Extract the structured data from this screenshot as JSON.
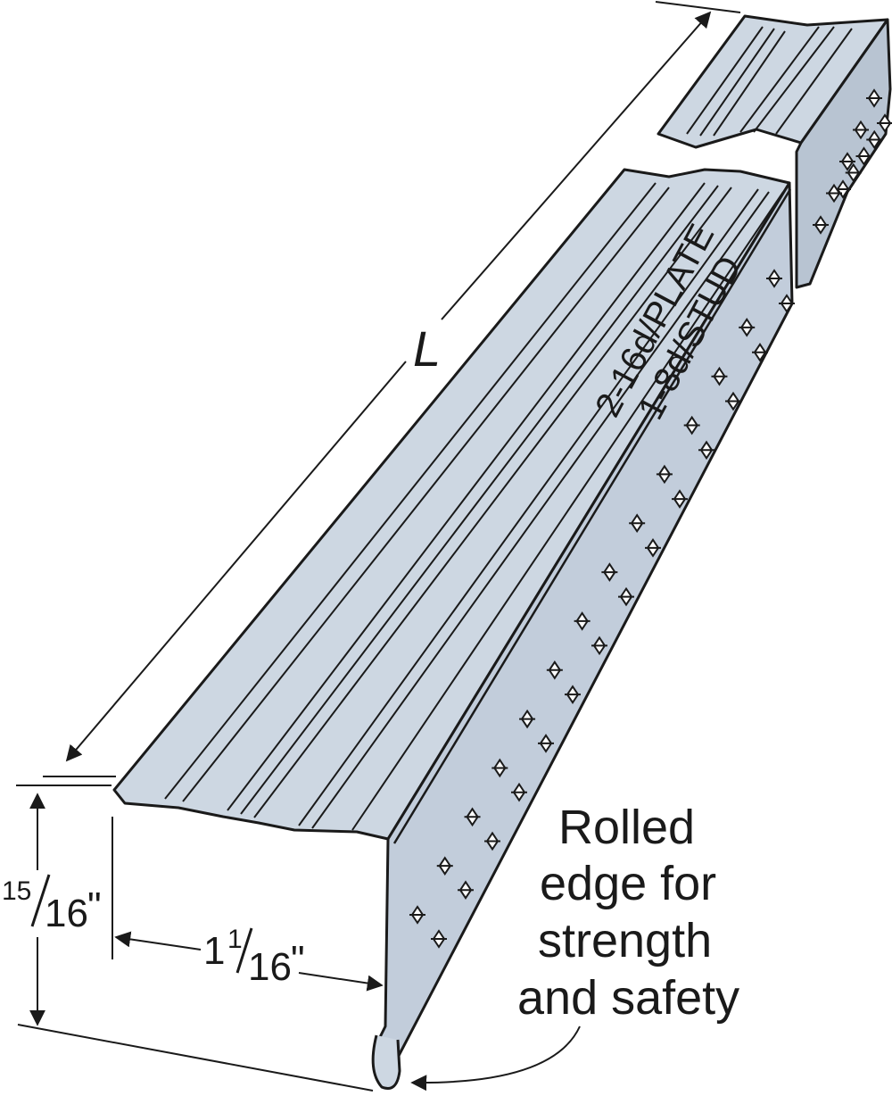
{
  "figure": {
    "callout": [
      "Rolled",
      "edge for",
      "strength",
      "and safety"
    ],
    "stamp": [
      "2-16d/PLATE",
      "1-8d/STUD"
    ],
    "length_label": "L",
    "height_dim": {
      "whole": "",
      "num": "15",
      "den": "16",
      "unit": "\""
    },
    "width_dim": {
      "whole": "1",
      "num": "1",
      "den": "16",
      "unit": "\""
    }
  },
  "colors": {
    "metal": "#cdd7e2",
    "metal_dark": "#b8c4d2",
    "outline": "#1a1a1a"
  }
}
